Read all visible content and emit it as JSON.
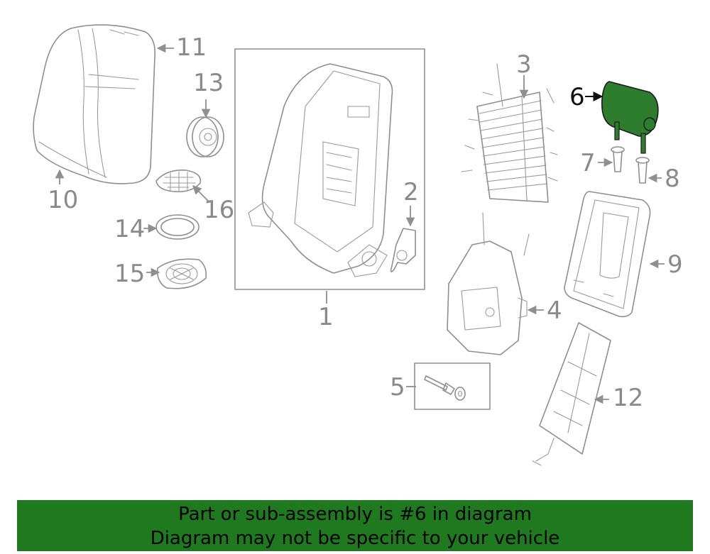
{
  "callouts": {
    "c1": "1",
    "c2": "2",
    "c3": "3",
    "c4": "4",
    "c5": "5",
    "c6": "6",
    "c7": "7",
    "c8": "8",
    "c9": "9",
    "c10": "10",
    "c11": "11",
    "c12": "12",
    "c13": "13",
    "c14": "14",
    "c15": "15",
    "c16": "16"
  },
  "highlighted_part": "6",
  "colors": {
    "highlight": "#2e7d2e",
    "banner": "#1f7a1f",
    "line": "#8f8f8f"
  },
  "banner": {
    "line1": "Part or sub-assembly is #6 in diagram",
    "line2": "Diagram may not be specific to your vehicle"
  }
}
